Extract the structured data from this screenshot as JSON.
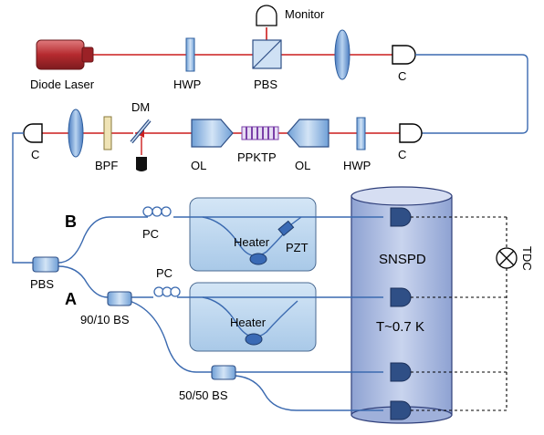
{
  "labels": {
    "monitor": "Monitor",
    "diode_laser": "Diode Laser",
    "hwp_top": "HWP",
    "pbs_top": "PBS",
    "c_top": "C",
    "c_left": "C",
    "dm": "DM",
    "bpf": "BPF",
    "ol_left": "OL",
    "ppktp": "PPKTP",
    "ol_right": "OL",
    "hwp_mid": "HWP",
    "c_right": "C",
    "arm_b": "B",
    "arm_a": "A",
    "pc_b": "PC",
    "pc_a": "PC",
    "heater_b": "Heater",
    "pzt": "PZT",
    "heater_a": "Heater",
    "pbs_fiber": "PBS",
    "bs_90_10": "90/10 BS",
    "bs_50_50": "50/50 BS",
    "snspd": "SNSPD",
    "temperature": "T~0.7 K",
    "tdc": "TDC"
  },
  "colors": {
    "pump_beam": "#cc1d1d",
    "fiber": "#3b6ab0",
    "laser_body": "#c0373b",
    "heater_box": "#bfd8ee",
    "snspd_cylinder": "#a9b9de",
    "detector": "#2f4f86",
    "optic": "#8fb7e2"
  }
}
